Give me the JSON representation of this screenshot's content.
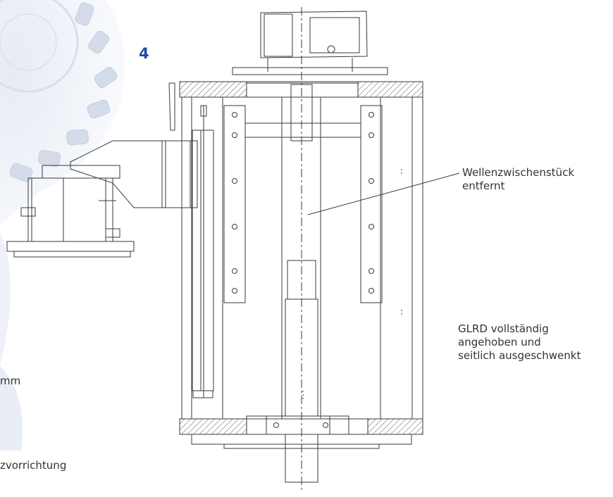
{
  "step_number": "4",
  "callouts": {
    "shaft_spacer_removed": [
      "Wellenzwischenstück",
      "entfernt"
    ],
    "glrd_lifted": [
      "GLRD vollständig",
      "angehoben und",
      "seitlich ausgeschwenkt"
    ]
  },
  "cut_off_text": {
    "mm": "mm",
    "vorrichtung": "zvorrichtung"
  },
  "colors": {
    "line": "#3a3a3a",
    "hatch": "#555555",
    "step_number": "#1f4e9a",
    "background_wheel": "#c9d3e3"
  }
}
